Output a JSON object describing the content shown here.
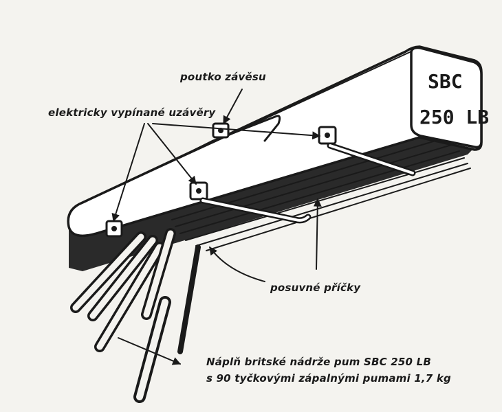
{
  "labels": {
    "suspension_lug": "poutko závěsu",
    "electric_locks": "elektricky vypínané uzávěry",
    "sliding_bars": "posuvné příčky"
  },
  "container_marking": {
    "line1": "SBC",
    "line2": "250 LB"
  },
  "caption": {
    "line1": "Náplň britské nádrže pum SBC 250 LB",
    "line2": "s 90 tyčkovými zápalnými pumami 1,7 kg"
  },
  "colors": {
    "ink": "#1a1a1a",
    "paper": "#f4f3ef",
    "container_fill": "#ffffff",
    "shadow": "#2a2a2a"
  }
}
